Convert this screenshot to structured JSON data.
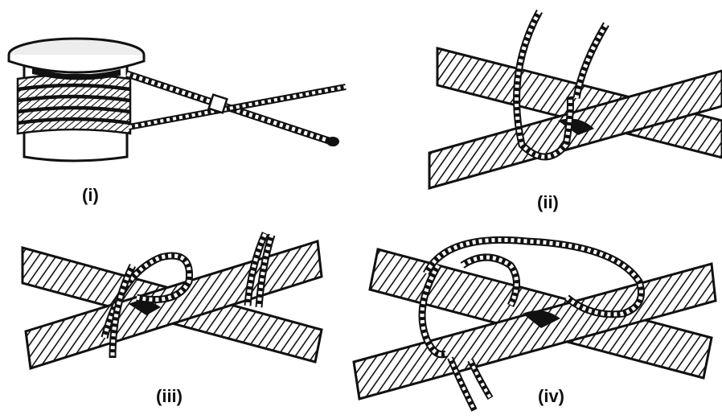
{
  "figure": {
    "panels": [
      {
        "id": "panel-i",
        "caption": "(i)"
      },
      {
        "id": "panel-ii",
        "caption": "(ii)"
      },
      {
        "id": "panel-iii",
        "caption": "(iii)"
      },
      {
        "id": "panel-iv",
        "caption": "(iv)"
      }
    ]
  }
}
